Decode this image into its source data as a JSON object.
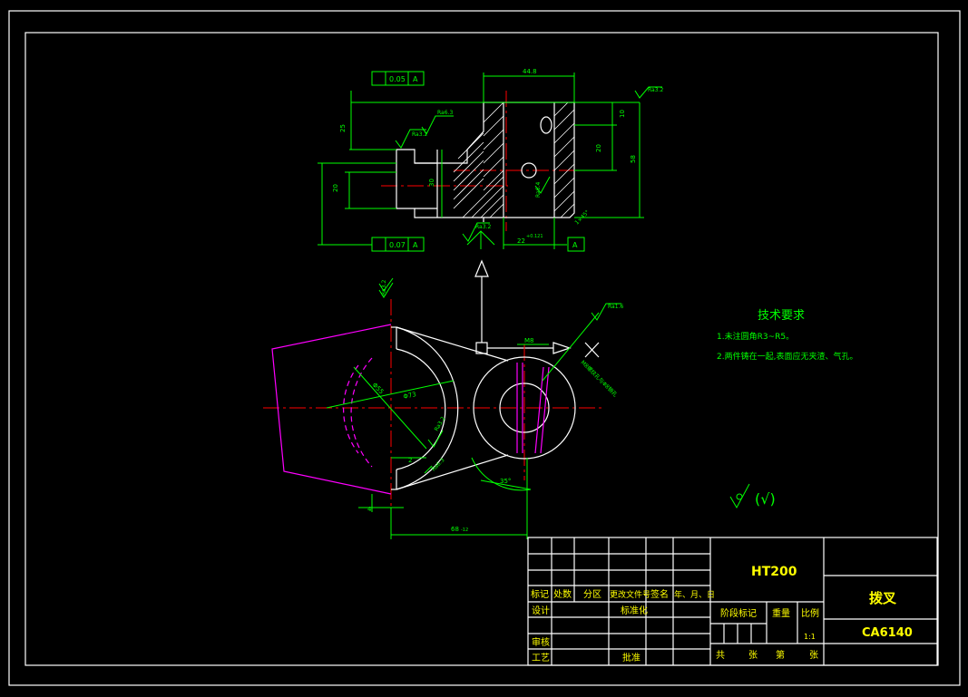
{
  "tech_requirements": {
    "title": "技术要求",
    "line1": "1.未注圆角R3~R5。",
    "line2": "2.两件铸在一起,表面应无夹渣、气孔。"
  },
  "title_block": {
    "material": "HT200",
    "part_name": "拨叉",
    "drawing_no": "CA6140",
    "scale_value": "1:1",
    "headers": {
      "mark": "标记",
      "count": "处数",
      "zone": "分区",
      "change_doc": "更改文件号",
      "sign": "签名",
      "date": "年、月、日"
    },
    "rows": {
      "design": "设计",
      "standard": "标准化",
      "review": "审核",
      "process": "工艺",
      "approve": "批准"
    },
    "stage_mark": "阶段标记",
    "weight": "重量",
    "scale": "比例",
    "total": "共",
    "zhang1": "张",
    "di": "第",
    "zhang2": "张"
  },
  "dimensions": {
    "gdt_top_value": "0.05",
    "gdt_top_datum": "A",
    "gdt_bottom_value": "0.07",
    "gdt_bottom_datum": "A",
    "datum_a": "A",
    "width_top": "44.8",
    "h25": "25",
    "h10": "10",
    "h20": "20",
    "h58": "58",
    "h30": "30",
    "hole_dia": "20",
    "h22": "22",
    "tol_22": "+0.121",
    "bot_68": "68",
    "bot_68_tol": "-12",
    "d4": "4",
    "d2": "2",
    "m8": "M8",
    "angle35": "35°",
    "dia55": "Φ55",
    "dia73": "Φ73",
    "rough_32": "Ra3.2",
    "rough_63": "Ra6.3",
    "rough_16": "Ra1.6",
    "rough_64": "Ra6.4",
    "c15": "1×45°",
    "thread_note": "M8螺纹孔与Φ8销孔",
    "surface_symbols": "(√)"
  }
}
